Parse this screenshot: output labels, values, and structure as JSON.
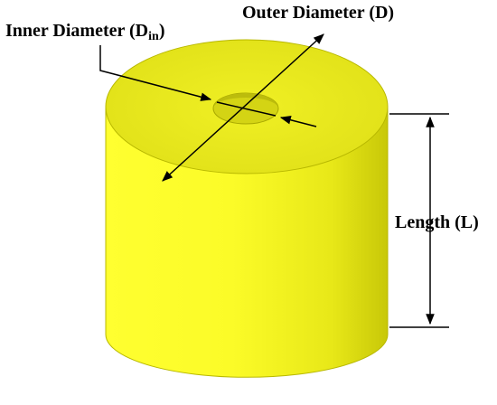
{
  "diagram": {
    "labels": {
      "inner_diameter": "Inner Diameter (D",
      "inner_diameter_sub": "in",
      "inner_diameter_close": ")",
      "outer_diameter": "Outer Diameter (D)",
      "length": "Length (L)"
    },
    "colors": {
      "cylinder_top": "#eaea1e",
      "cylinder_side_light": "#ffff33",
      "cylinder_side_shade": "#cdcd0a",
      "hole": "#d2d214",
      "line": "#000000",
      "background": "#ffffff"
    }
  }
}
